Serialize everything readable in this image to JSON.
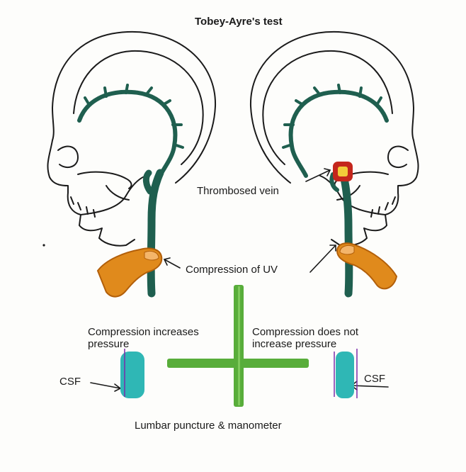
{
  "title": "Tobey-Ayre's test",
  "labels": {
    "thrombosed_vein": "Thrombosed vein",
    "compression_uv": "Compression of UV",
    "left_result": "Compression increases pressure",
    "right_result": "Compression does not increase pressure",
    "csf_left": "CSF",
    "csf_right": "CSF",
    "bottom": "Lumbar puncture & manometer"
  },
  "colors": {
    "vein": "#1f5f4f",
    "thumb": "#e08a1c",
    "thumb_outline": "#b25f0a",
    "csf": "#2fb7b5",
    "cross": "#58ad3a",
    "thrombus_outer": "#c4261c",
    "thrombus_inner": "#f2cc3a",
    "manometer_line": "#7b2aa8"
  }
}
